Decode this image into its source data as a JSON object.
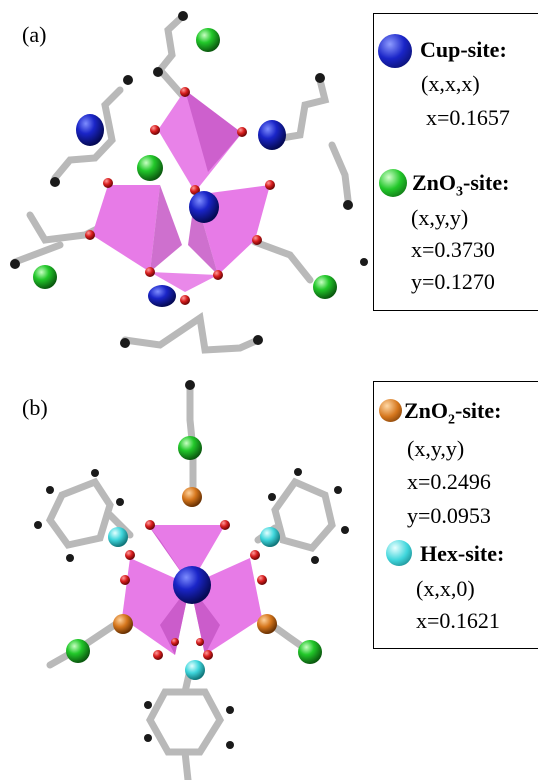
{
  "panel_a": {
    "label": "(a)",
    "legend": {
      "entries": [
        {
          "site_prefix": "Cup",
          "site_sub": "",
          "site_suffix": "-site:",
          "sphere_color": "#1a25c8",
          "coord": "(x,x,x)",
          "params": [
            "x=0.1657"
          ]
        },
        {
          "site_prefix": "ZnO",
          "site_sub": "3",
          "site_suffix": "-site:",
          "sphere_color": "#22c82a",
          "coord": "(x,y,y)",
          "params": [
            "x=0.3730",
            "y=0.1270"
          ]
        }
      ]
    }
  },
  "panel_b": {
    "label": "(b)",
    "legend": {
      "entries": [
        {
          "site_prefix": "ZnO",
          "site_sub": "2",
          "site_suffix": "-site:",
          "sphere_color": "#d5761c",
          "coord": "(x,y,y)",
          "params": [
            "x=0.2496",
            "y=0.0953"
          ]
        },
        {
          "site_prefix": "Hex",
          "site_sub": "",
          "site_suffix": "-site:",
          "sphere_color": "#3fd6dc",
          "coord": "(x,x,0)",
          "params": [
            "x=0.1621"
          ]
        }
      ]
    }
  },
  "colors": {
    "polyhedron": "#e77be7",
    "polyhedron_dark": "#c657c6",
    "oxygen": "#d81e1e",
    "carbon": "#b9b9b9",
    "hydrogen": "#1a1a1a",
    "cup": "#1a25c8",
    "zno3": "#22c82a",
    "zno2": "#d5761c",
    "hex": "#3fd6dc"
  }
}
